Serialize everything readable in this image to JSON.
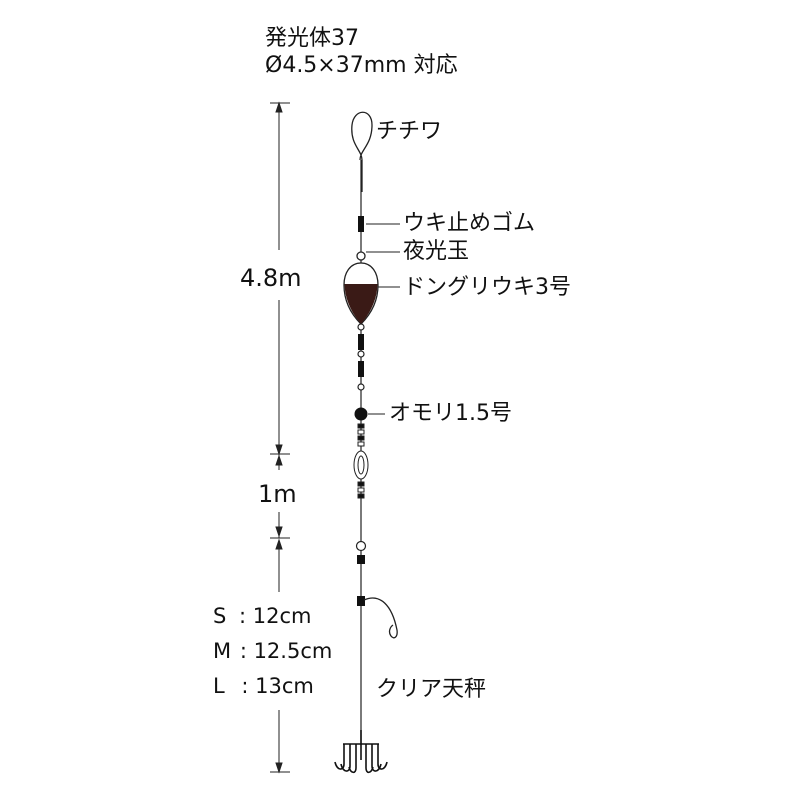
{
  "header": {
    "line1": "発光体37",
    "line2": "Ø4.5×37mm 対応"
  },
  "dimensions": {
    "upper": "4.8m",
    "middle": "1m"
  },
  "sizes": [
    {
      "letter": "S",
      "value": ": 12cm"
    },
    {
      "letter": "M",
      "value": ": 12.5cm"
    },
    {
      "letter": "L",
      "value": ": 13cm"
    }
  ],
  "parts": {
    "loop": "チチワ",
    "stopper": "ウキ止めゴム",
    "bead": "夜光玉",
    "float": "ドングリウキ3号",
    "sinker": "オモリ1.5号",
    "balance": "クリア天秤"
  },
  "colors": {
    "line": "#222222",
    "float_body": "#3a1a16",
    "accent": "#000000"
  }
}
